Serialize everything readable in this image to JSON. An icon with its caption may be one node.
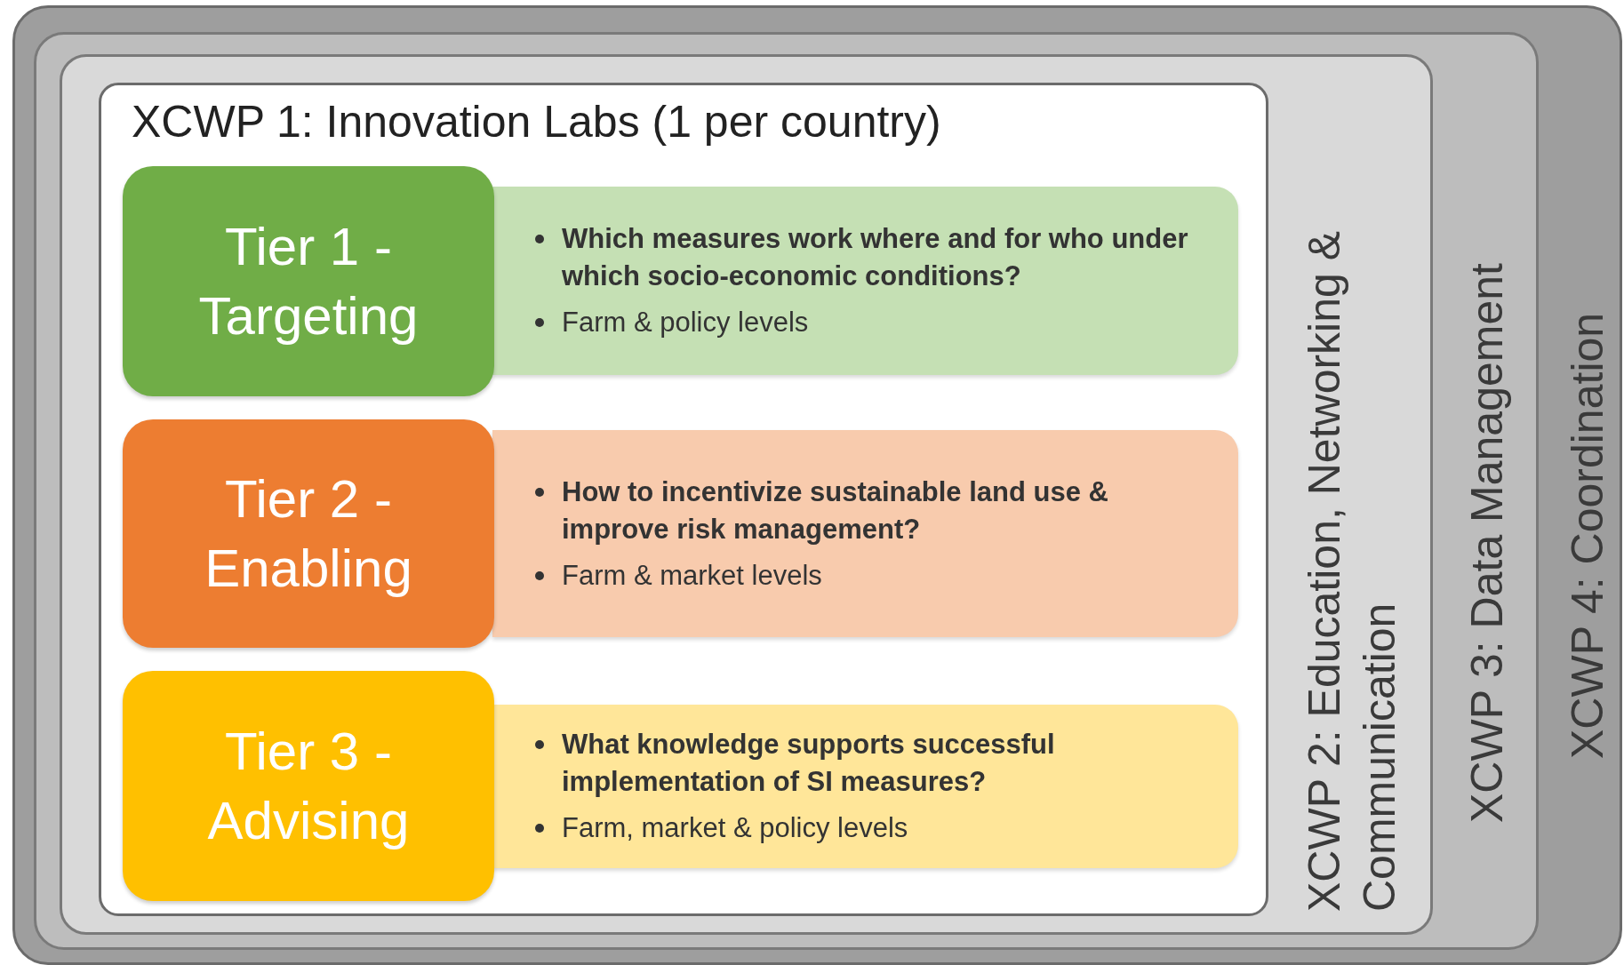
{
  "diagram": {
    "nodes": [
      {
        "text": [
          "XCWP 4: Coordination"
        ]
      },
      {
        "text": [
          "XCWP 3: Data Management"
        ],
        "in": 0
      },
      {
        "text": [
          "XCWP 2: Education, Networking & Communication"
        ],
        "in": 1
      },
      {
        "text": [
          "XCWP 1: Innovation Labs (1 per country)"
        ],
        "in": 2
      },
      {
        "text": [
          "Tier 1 - Targeting"
        ],
        "in": 3
      },
      {
        "text": [
          "Which measures work where and for who under which socio-economic conditions?",
          "Farm & policy levels"
        ],
        "in": 3
      },
      {
        "text": [
          "Tier 2 - Enabling"
        ],
        "in": 3
      },
      {
        "text": [
          "How to incentivize sustainable land use & improve risk management?",
          "Farm & market levels"
        ],
        "in": 3
      },
      {
        "text": [
          "Tier 3 - Advising"
        ],
        "in": 3
      },
      {
        "text": [
          "What knowledge supports successful implementation of SI measures?",
          "Farm, market & policy levels"
        ],
        "in": 3
      }
    ]
  }
}
